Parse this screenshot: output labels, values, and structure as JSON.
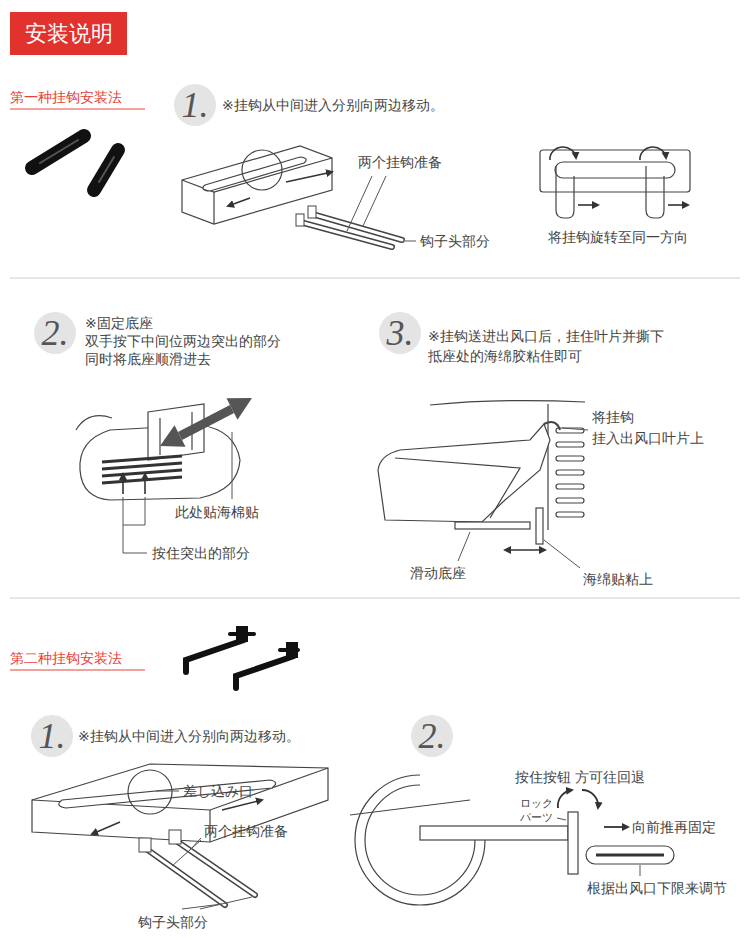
{
  "diagram": {
    "title": "安装说明",
    "nodes": [
      {
        "text": [
          "1."
        ]
      },
      {
        "text": [
          "2."
        ]
      },
      {
        "text": [
          "3."
        ]
      },
      {
        "text": [
          "1."
        ]
      },
      {
        "text": [
          "2."
        ]
      }
    ],
    "labels": [
      "第一种挂钩安装法",
      "※挂钩从中间进入分别向两边移动。",
      "两个挂钩准备",
      "钩子头部分",
      "将挂钩旋转至同一方向",
      "※固定底座 双手按下中间位两边突出的部分 同时将底座顺滑进去",
      "此处贴海棉贴",
      "按住突出的部分",
      "※挂钩送进出风口后，挂住叶片并撕下 抵座处的海绵胶粘住即可",
      "将挂钩 挂入出风口叶片上",
      "滑动底座",
      "海绵贴粘上",
      "第二种挂钩安装法",
      "※挂钩从中间进入分别向两边移动。",
      "差し込み口",
      "两个挂钩准备",
      "钩子头部分",
      "按住按钮 方可往回退",
      "ロック パーツ",
      "向前推再固定",
      "根据出风口下限来调节"
    ]
  }
}
